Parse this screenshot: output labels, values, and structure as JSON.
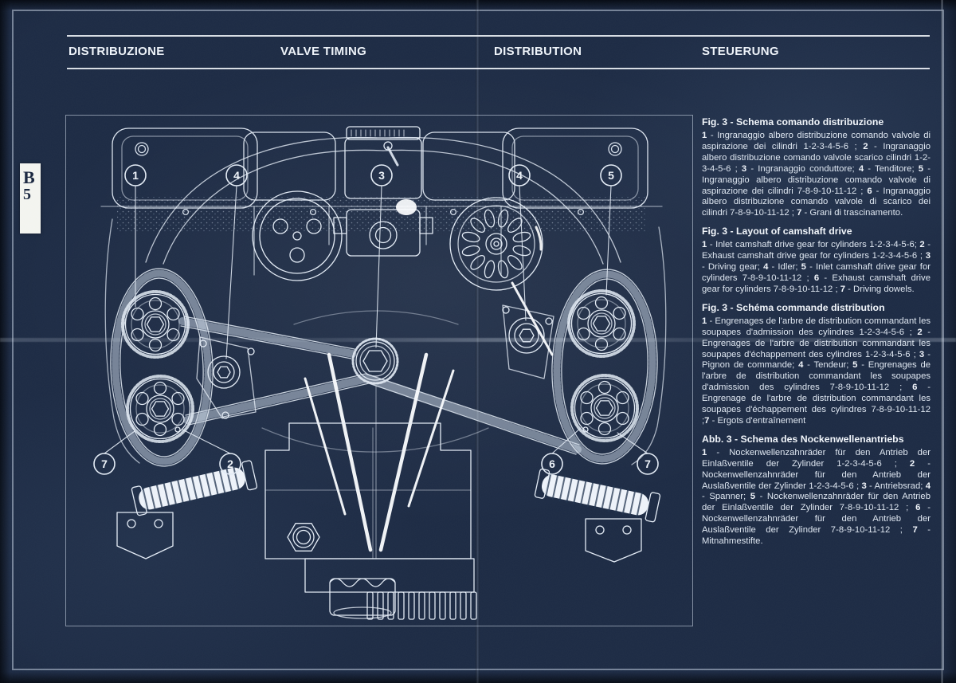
{
  "header": {
    "titles": [
      "DISTRIBUZIONE",
      "VALVE TIMING",
      "DISTRIBUTION",
      "STEUERUNG"
    ]
  },
  "tab": {
    "letter": "B",
    "number": "5"
  },
  "figure": {
    "callouts": [
      "1",
      "4",
      "3",
      "4",
      "5",
      "7",
      "2",
      "6",
      "7"
    ]
  },
  "sections": [
    {
      "lang": "italian",
      "heading": "Fig. 3 - Schema comando distribuzione",
      "segments": [
        {
          "b": 1,
          "t": "1"
        },
        {
          "b": 0,
          "t": " - Ingranaggio albero distribuzione comando valvole di aspirazione dei cilindri 1-2-3-4-5-6 ; "
        },
        {
          "b": 1,
          "t": "2"
        },
        {
          "b": 0,
          "t": " - Ingranaggio albero distribuzione comando valvole scarico cilindri 1-2-3-4-5-6 ; "
        },
        {
          "b": 1,
          "t": "3"
        },
        {
          "b": 0,
          "t": " - Ingranaggio conduttore; "
        },
        {
          "b": 1,
          "t": "4"
        },
        {
          "b": 0,
          "t": " - Tenditore; "
        },
        {
          "b": 1,
          "t": "5"
        },
        {
          "b": 0,
          "t": " - Ingranaggio albero distribuzione comando valvole di aspirazione dei cilindri 7-8-9-10-11-12 ; "
        },
        {
          "b": 1,
          "t": "6"
        },
        {
          "b": 0,
          "t": " - Ingranaggio albero distribuzione comando valvole di scarico dei cilindri 7-8-9-10-11-12 ; "
        },
        {
          "b": 1,
          "t": "7"
        },
        {
          "b": 0,
          "t": " - Grani di trascinamento."
        }
      ]
    },
    {
      "lang": "english",
      "heading": "Fig. 3 - Layout of camshaft drive",
      "segments": [
        {
          "b": 1,
          "t": "1"
        },
        {
          "b": 0,
          "t": " - Inlet camshaft drive gear for cylinders 1-2-3-4-5-6; "
        },
        {
          "b": 1,
          "t": "2"
        },
        {
          "b": 0,
          "t": " - Exhaust camshaft drive gear for cylinders 1-2-3-4-5-6 ; "
        },
        {
          "b": 1,
          "t": "3"
        },
        {
          "b": 0,
          "t": " - Driving gear; "
        },
        {
          "b": 1,
          "t": "4"
        },
        {
          "b": 0,
          "t": " - Idler; "
        },
        {
          "b": 1,
          "t": "5"
        },
        {
          "b": 0,
          "t": " - Inlet camshaft drive gear for cylinders 7-8-9-10-11-12 ; "
        },
        {
          "b": 1,
          "t": "6"
        },
        {
          "b": 0,
          "t": " - Exhaust camshaft drive gear for cylinders 7-8-9-10-11-12 ; "
        },
        {
          "b": 1,
          "t": "7"
        },
        {
          "b": 0,
          "t": " - Driving dowels."
        }
      ]
    },
    {
      "lang": "french",
      "heading": "Fig. 3 - Schéma commande distribution",
      "segments": [
        {
          "b": 1,
          "t": "1"
        },
        {
          "b": 0,
          "t": " - Engrenages de l'arbre de distribution commandant les soupapes d'admission des cylindres 1-2-3-4-5-6 ; "
        },
        {
          "b": 1,
          "t": "2"
        },
        {
          "b": 0,
          "t": " - Engrenages de l'arbre de distribution commandant les soupapes d'échappement des cylindres 1-2-3-4-5-6 ; "
        },
        {
          "b": 1,
          "t": "3"
        },
        {
          "b": 0,
          "t": " - Pignon de commande; "
        },
        {
          "b": 1,
          "t": "4"
        },
        {
          "b": 0,
          "t": " - Tendeur; "
        },
        {
          "b": 1,
          "t": "5"
        },
        {
          "b": 0,
          "t": " - Engrenages de l'arbre de distribution commandant les soupapes d'admission des cylindres 7-8-9-10-11-12 ; "
        },
        {
          "b": 1,
          "t": "6"
        },
        {
          "b": 0,
          "t": " - Engrenage de l'arbre de distribution commandant les soupapes d'échappement des cylindres 7-8-9-10-11-12 ;"
        },
        {
          "b": 1,
          "t": "7"
        },
        {
          "b": 0,
          "t": " - Ergots d'entraînement"
        }
      ]
    },
    {
      "lang": "german",
      "heading": "Abb. 3 - Schema des Nockenwellenantriebs",
      "segments": [
        {
          "b": 1,
          "t": "1"
        },
        {
          "b": 0,
          "t": " - Nockenwellenzahnräder für den Antrieb der Einlaßventile der Zylinder 1-2-3-4-5-6 ; "
        },
        {
          "b": 1,
          "t": "2"
        },
        {
          "b": 0,
          "t": " - Nockenwellenzahnräder für den Antrieb der Auslaßventile der Zylinder 1-2-3-4-5-6 ; "
        },
        {
          "b": 1,
          "t": "3"
        },
        {
          "b": 0,
          "t": " - Antriebsrad; "
        },
        {
          "b": 1,
          "t": "4"
        },
        {
          "b": 0,
          "t": " - Spanner; "
        },
        {
          "b": 1,
          "t": "5"
        },
        {
          "b": 0,
          "t": " - Nockenwellenzahnräder für den Antrieb der Einlaßventile der Zylinder 7-8-9-10-11-12 ; "
        },
        {
          "b": 1,
          "t": "6"
        },
        {
          "b": 0,
          "t": " - Nockenwellenzahnräder für den Antrieb der Auslaßventile der Zylinder 7-8-9-10-11-12 ; "
        },
        {
          "b": 1,
          "t": "7"
        },
        {
          "b": 0,
          "t": " - Mitnahmestifte."
        }
      ]
    }
  ],
  "colors": {
    "paper_navy": "#1d2b44",
    "line_white": "#e8eef6",
    "tab_paper": "#f3f4ef",
    "tab_ink": "#1a2740"
  }
}
